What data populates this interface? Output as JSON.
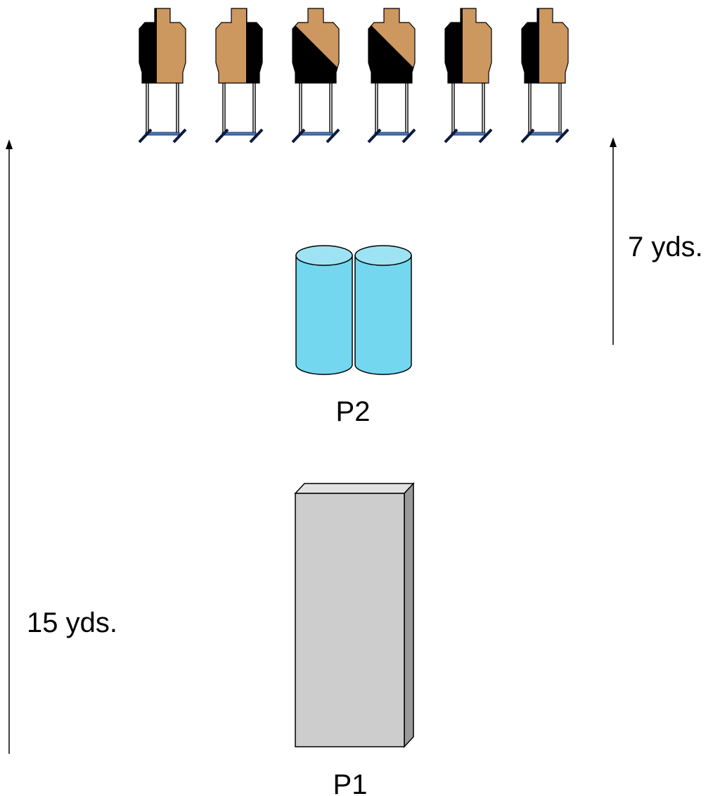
{
  "labels": {
    "near_distance": "7 yds.",
    "far_distance": "15 yds.",
    "position_2": "P2",
    "position_1": "P1"
  },
  "targets": [
    {
      "pattern": "left-half-black",
      "icon": "target-stand-icon"
    },
    {
      "pattern": "right-half-black",
      "icon": "target-stand-icon"
    },
    {
      "pattern": "diagonal-black-lower",
      "icon": "target-stand-icon"
    },
    {
      "pattern": "diagonal-black-lower",
      "icon": "target-stand-icon"
    },
    {
      "pattern": "left-half-black",
      "icon": "target-stand-icon"
    },
    {
      "pattern": "left-half-black",
      "icon": "target-stand-icon"
    }
  ],
  "colors": {
    "target_tan": "#cd9760",
    "target_black": "#000000",
    "barrel_fill": "#73d8ef",
    "barrel_top": "#9ee3f3",
    "wall_front": "#cdcdcd",
    "wall_top": "#e2e2e2",
    "wall_side": "#9a9a9a",
    "stand_base": "#4a78c0"
  }
}
